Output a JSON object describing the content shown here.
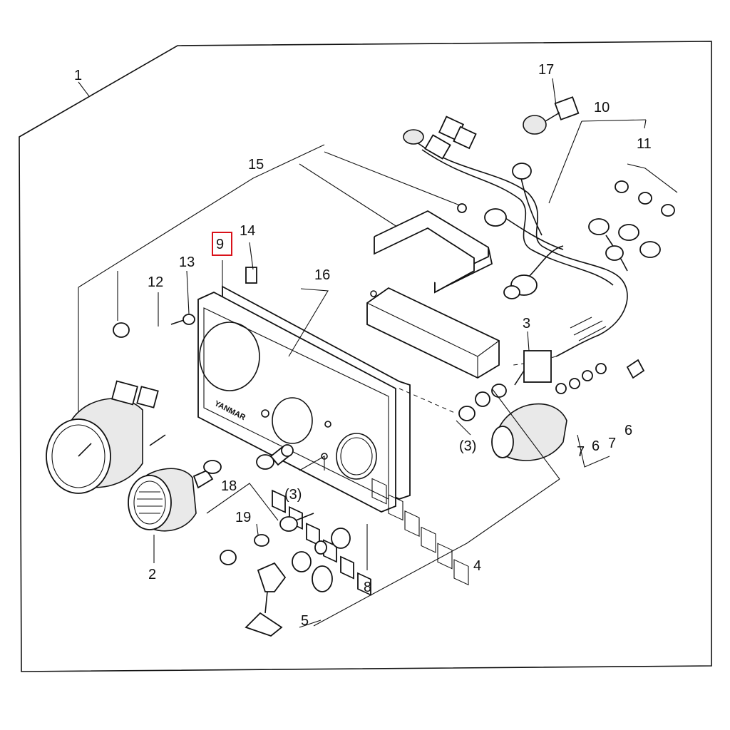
{
  "diagram": {
    "brand_text": "YANMAR",
    "labels": {
      "l1": "1",
      "l2": "2",
      "l3": "3",
      "l4": "4",
      "l5": "5",
      "l6a": "6",
      "l6b": "6",
      "l7a": "7",
      "l7b": "7",
      "l8": "8",
      "l9": "9",
      "l10": "10",
      "l11": "11",
      "l12": "12",
      "l13": "13",
      "l14": "14",
      "l15": "15",
      "l16": "16",
      "l17": "17",
      "l18": "18",
      "l19": "19",
      "l3a": "(3)",
      "l3b": "(3)"
    },
    "highlight_color": "#d9121a"
  }
}
